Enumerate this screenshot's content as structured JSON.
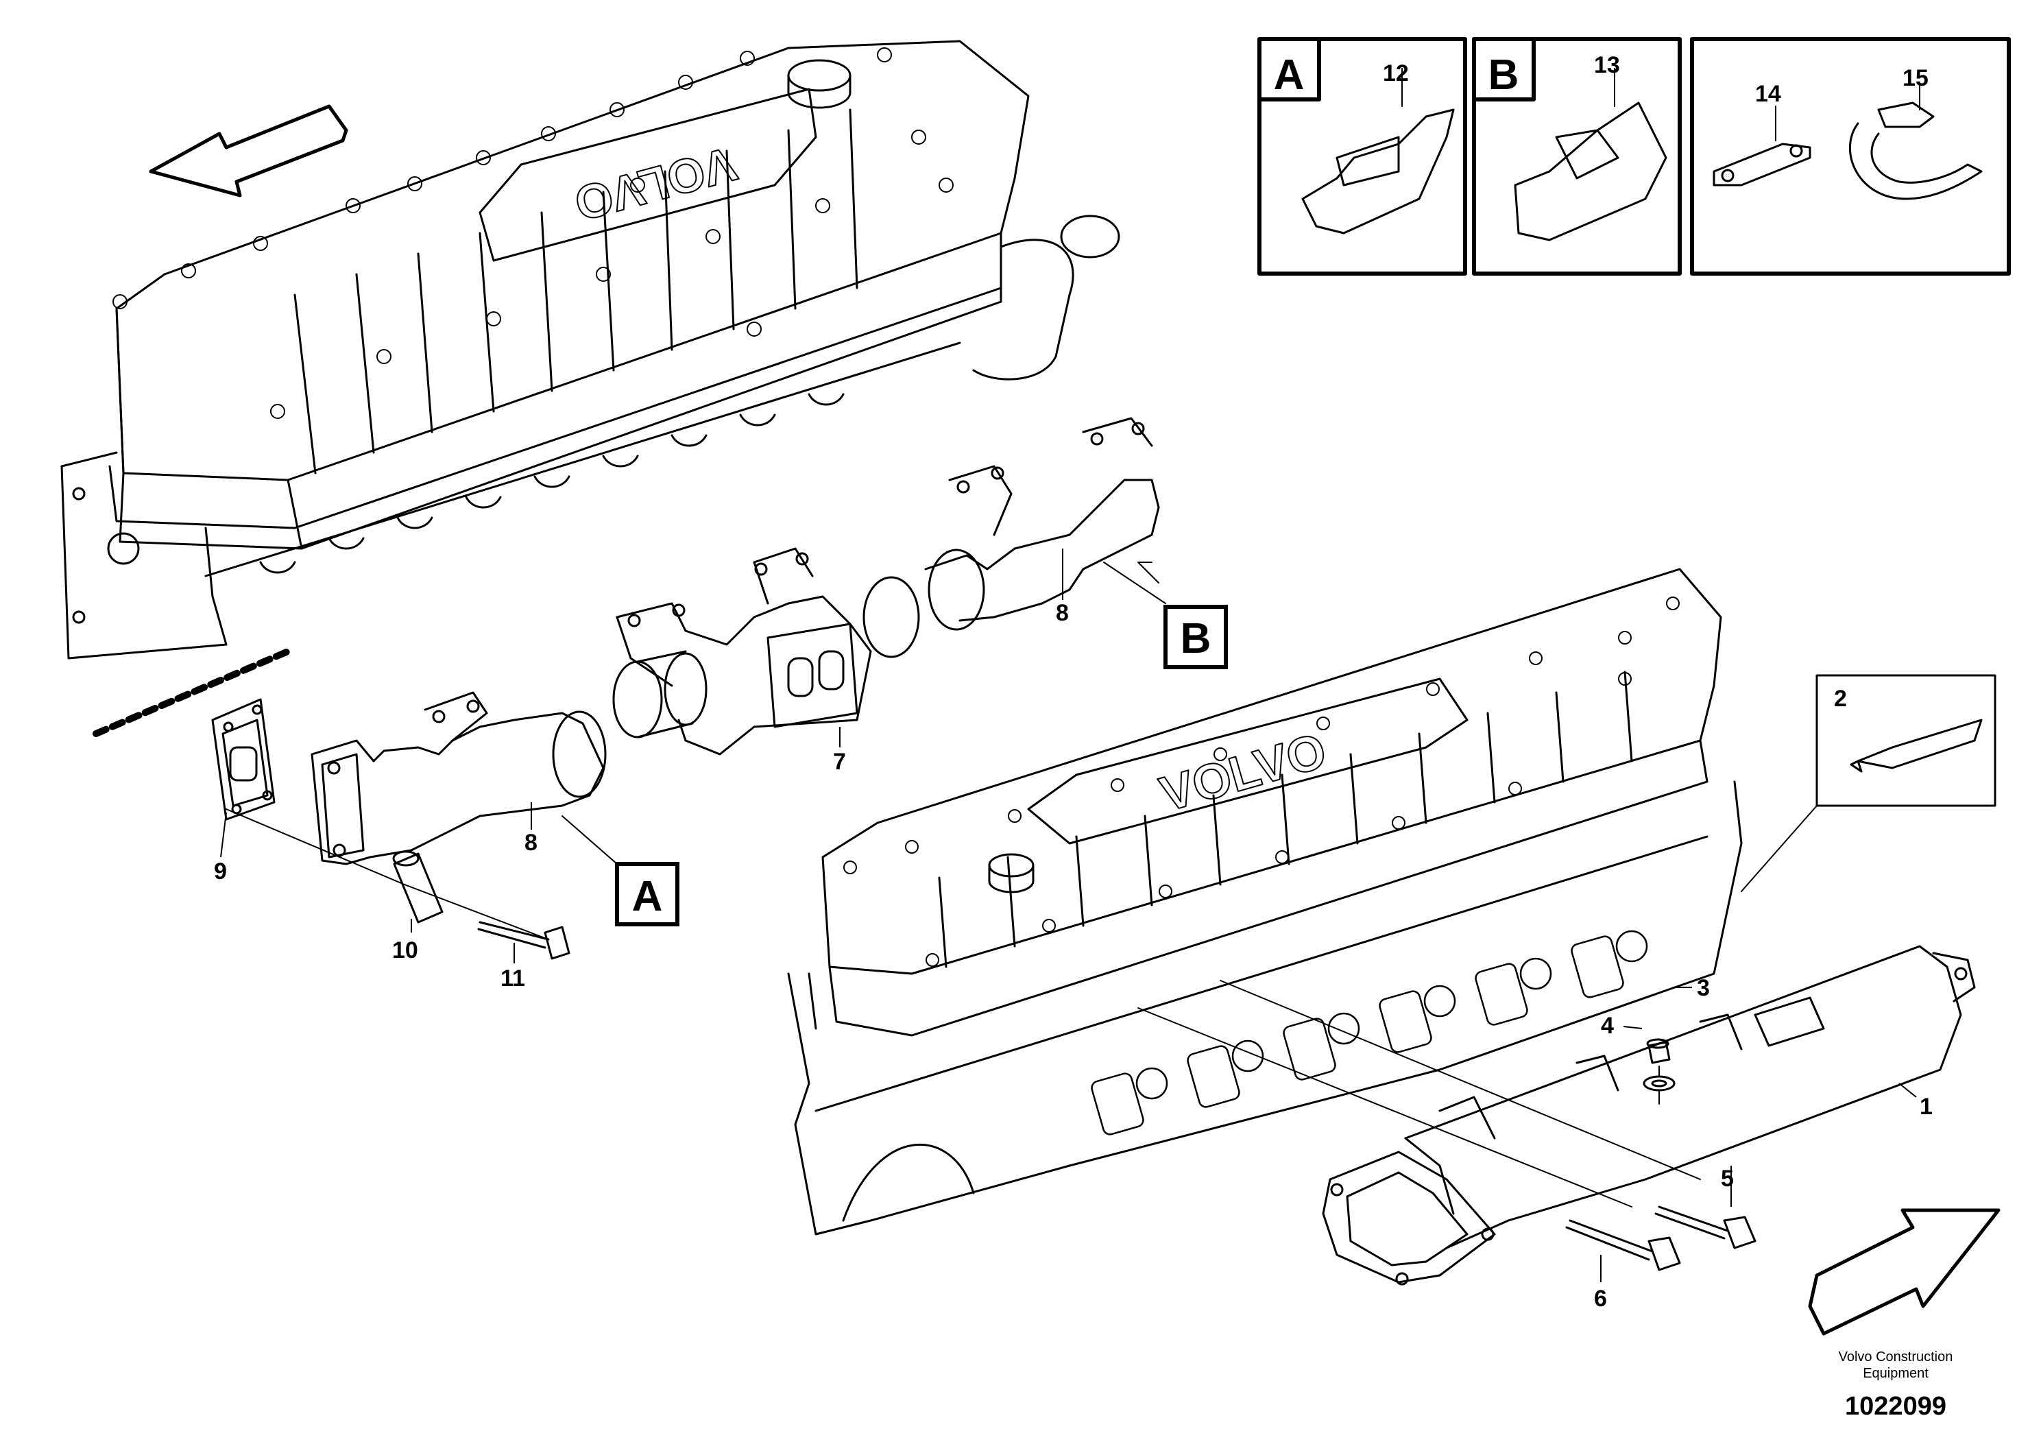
{
  "callouts": {
    "c1": "1",
    "c2": "2",
    "c3": "3",
    "c4": "4",
    "c5": "5",
    "c6": "6",
    "c7": "7",
    "c8a": "8",
    "c8b": "8",
    "c9": "9",
    "c10": "10",
    "c11": "11",
    "c12": "12",
    "c13": "13",
    "c14": "14",
    "c15": "15"
  },
  "detail_labels": {
    "a_main": "A",
    "b_main": "B",
    "a_inset": "A",
    "b_inset": "B"
  },
  "footer": {
    "company_line1": "Volvo Construction",
    "company_line2": "Equipment",
    "drawing_number": "1022099"
  },
  "engraving": {
    "valve_cover_1": "VOLVO",
    "valve_cover_2": "VOLVO"
  },
  "colors": {
    "line": "#000000",
    "background": "#ffffff",
    "dash": "#000000"
  }
}
